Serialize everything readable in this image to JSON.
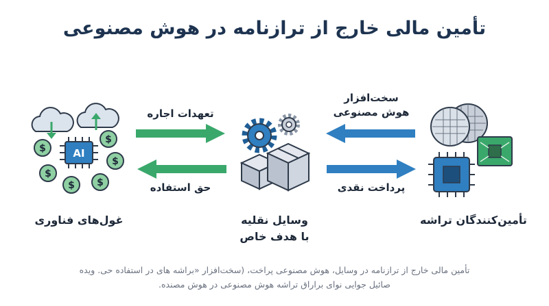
{
  "title": "تأمین مالی خارج از ترازنامه در هوش مصنوعی",
  "nodes": {
    "left": "غول‌های فناوری",
    "center_line1": "وسایل نقلیه",
    "center_line2": "با هدف خاص",
    "right": "تأمین‌کنندگان تراشه"
  },
  "arrows": {
    "top_left": "تعهدات اجاره",
    "bottom_left": "حق استفاده",
    "top_right_line1": "سخت‌افزار",
    "top_right_line2": "هوش مصنوعی",
    "bottom_right": "پرداخت نقدی"
  },
  "icons": {
    "chip_text": "AI",
    "dollar": "$"
  },
  "colors": {
    "green": "#3aa86b",
    "blue": "#2f7fc1",
    "title": "#1d3350"
  },
  "caption": "تأمین مالی خارج از ترازنامه در وسایل، هوش مصنوعی پراخت، (سخت‌افزار «براشه های در استفاده حی. ویده صائیل جوایی نوای براراق تراشه هوش مصنوعی در هوش مصنده."
}
